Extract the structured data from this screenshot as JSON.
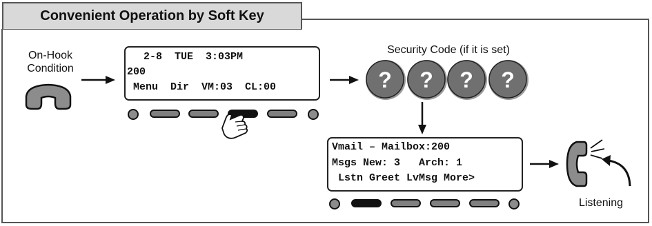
{
  "title": "Convenient Operation by Soft Key",
  "labels": {
    "on_hook": "On-Hook\nCondition",
    "on_hook_line1": "On-Hook",
    "on_hook_line2": "Condition",
    "security_code": "Security Code (if it is set)",
    "listening": "Listening"
  },
  "display1": {
    "line1": "  2-8  TUE  3:03PM",
    "line2": "200",
    "line3": " Menu  Dir  VM:03  CL:00"
  },
  "display2": {
    "line1": "Vmail – Mailbox:200",
    "line2": "Msgs New: 3   Arch: 1",
    "line3": " Lstn Greet LvMsg More>"
  },
  "security_keys": [
    "?",
    "?",
    "?",
    "?"
  ],
  "colors": {
    "tab_fill": "#d9d9d9",
    "key_fill": "#707070",
    "handset_fill": "#8c8c8c",
    "softkey_fill": "#808080",
    "softkey_active": "#111111"
  },
  "icons": [
    "handset-on-hook-icon",
    "pointing-hand-icon",
    "handset-off-hook-icon",
    "curved-arrow-icon"
  ]
}
